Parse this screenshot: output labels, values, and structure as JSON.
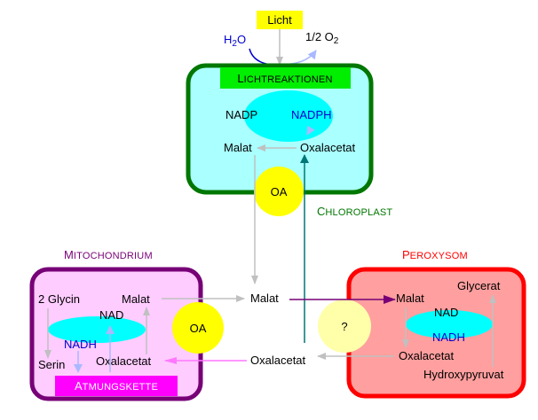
{
  "diagram": {
    "light": {
      "label": "Licht"
    },
    "water": {
      "label": "H2O",
      "base": "H",
      "sub": "2",
      "tail": "O"
    },
    "oxygen": {
      "label": "1/2 O2",
      "base": "1/2 O",
      "sub": "2"
    },
    "chloroplast": {
      "title": "Chloroplast",
      "title_first": "C",
      "title_rest": "HLOROPLAST",
      "box_label": "Lichtreaktionen",
      "box_first": "L",
      "box_rest": "ICHTREAKTIONEN",
      "nadp": "NADP",
      "nadph": "NADPH",
      "malat": "Malat",
      "oxalacetat": "Oxalacetat",
      "transporter": "OA"
    },
    "cytosol": {
      "malat": "Malat",
      "oxalacetat": "Oxalacetat"
    },
    "mitochondrion": {
      "title": "Mitochondrium",
      "title_first": "M",
      "title_rest": "ITOCHONDRIUM",
      "glycin": "2 Glycin",
      "serin": "Serin",
      "malat": "Malat",
      "nad": "NAD",
      "nadh": "NADH",
      "oxalacetat": "Oxalacetat",
      "box_label": "Atmungskette",
      "box_first": "A",
      "box_rest": "TMUNGSKETTE",
      "transporter": "OA"
    },
    "peroxisome": {
      "title": "Peroxysom",
      "title_first": "P",
      "title_rest": "EROXYSOM",
      "malat": "Malat",
      "nad": "NAD",
      "nadh": "NADH",
      "oxalacetat": "Oxalacetat",
      "glycerat": "Glycerat",
      "hydroxypyruvat": "Hydroxypyruvat",
      "transporter": "?"
    },
    "colors": {
      "chloroplast_border": "#007700",
      "chloroplast_fill": "#aaffff",
      "lichtreaktionen_fill": "#00ee00",
      "mito_border": "#770077",
      "mito_fill": "#ffccff",
      "atmung_fill": "#ff00ff",
      "perox_border": "#ff0000",
      "perox_fill": "#ff9f9f",
      "nad_ellipse": "#00ffff",
      "transporter_yellow": "#ffff00",
      "transporter_pale": "#ffffaa",
      "nadh_text": "#0000cc",
      "arrow_gray": "#c0c0c0",
      "arrow_teal": "#007777",
      "arrow_purple": "#770077",
      "arrow_pink": "#ff77ff",
      "arrow_lightblue": "#a9b9ff"
    }
  }
}
